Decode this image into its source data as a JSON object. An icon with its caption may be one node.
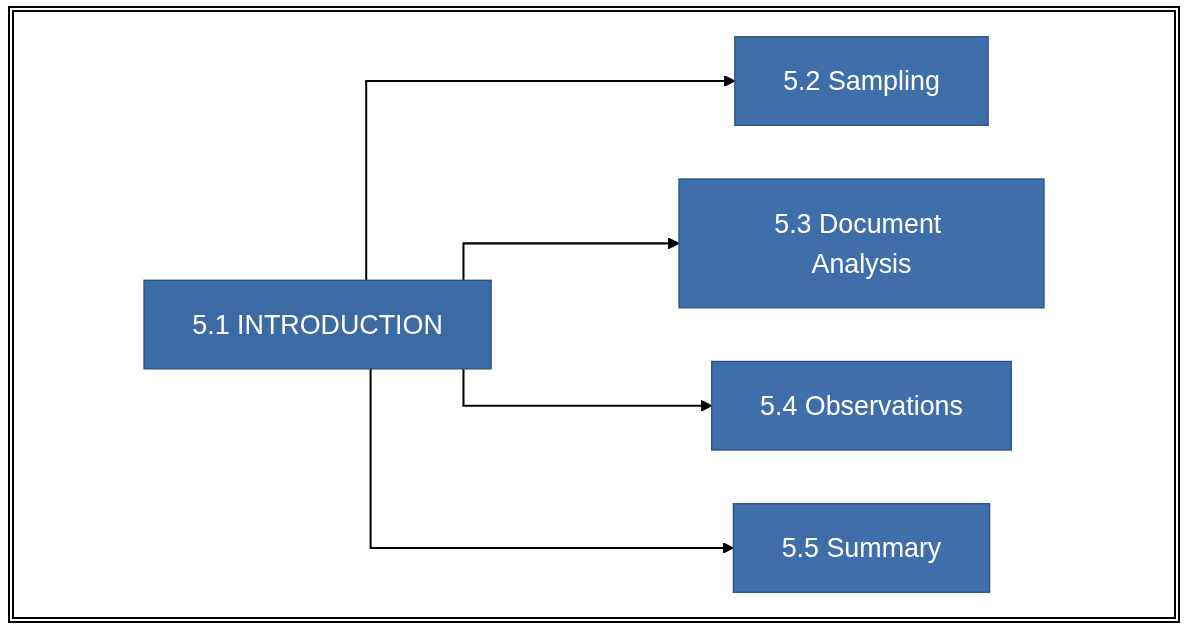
{
  "diagram": {
    "nodes": [
      {
        "text": [
          "5.1 INTRODUCTION"
        ]
      },
      {
        "text": [
          "5.2 Sampling"
        ]
      },
      {
        "text": [
          "5.3 Document Analysis"
        ]
      },
      {
        "text": [
          "5.4 Observations"
        ]
      },
      {
        "text": [
          "5.5 Summary"
        ]
      }
    ],
    "edges": [
      {
        "from": 0,
        "to": 1,
        "arrow": "to"
      },
      {
        "from": 0,
        "to": 2,
        "arrow": "to"
      },
      {
        "from": 0,
        "to": 3,
        "arrow": "to"
      },
      {
        "from": 0,
        "to": 4,
        "arrow": "to"
      }
    ]
  }
}
